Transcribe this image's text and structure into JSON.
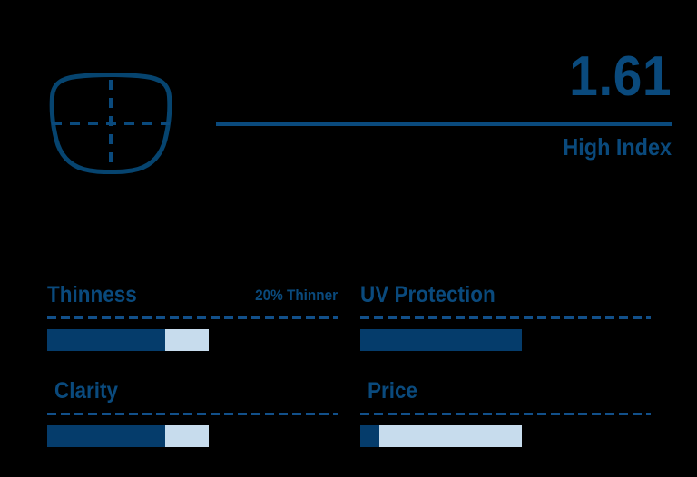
{
  "theme": {
    "background": "#000000",
    "accent_dark": "#053c6b",
    "accent_mid": "#0a4a7d",
    "accent_dash": "#12508a",
    "track_light": "#c7dced"
  },
  "hero": {
    "lens_icon": "lens-outline-icon",
    "index_value": "1.61",
    "index_label": "High Index"
  },
  "metrics": [
    {
      "title": "Thinness",
      "note": "20% Thinner",
      "fill_percent": 73,
      "indent": false
    },
    {
      "title": "UV Protection",
      "note": "",
      "fill_percent": 100,
      "indent": false
    },
    {
      "title": "Clarity",
      "note": "",
      "fill_percent": 73,
      "indent": true
    },
    {
      "title": "Price",
      "note": "",
      "fill_percent": 12,
      "indent": true
    }
  ],
  "chart_data": {
    "type": "bar",
    "title": "1.61 High Index lens attributes",
    "categories": [
      "Thinness",
      "UV Protection",
      "Clarity",
      "Price"
    ],
    "values": [
      73,
      100,
      73,
      12
    ],
    "value_unit": "percent",
    "ylim": [
      0,
      100
    ],
    "xlabel": "",
    "ylabel": "",
    "grid": false,
    "legend": "none",
    "annotations": [
      "20% Thinner"
    ],
    "orientation": "horizontal"
  }
}
